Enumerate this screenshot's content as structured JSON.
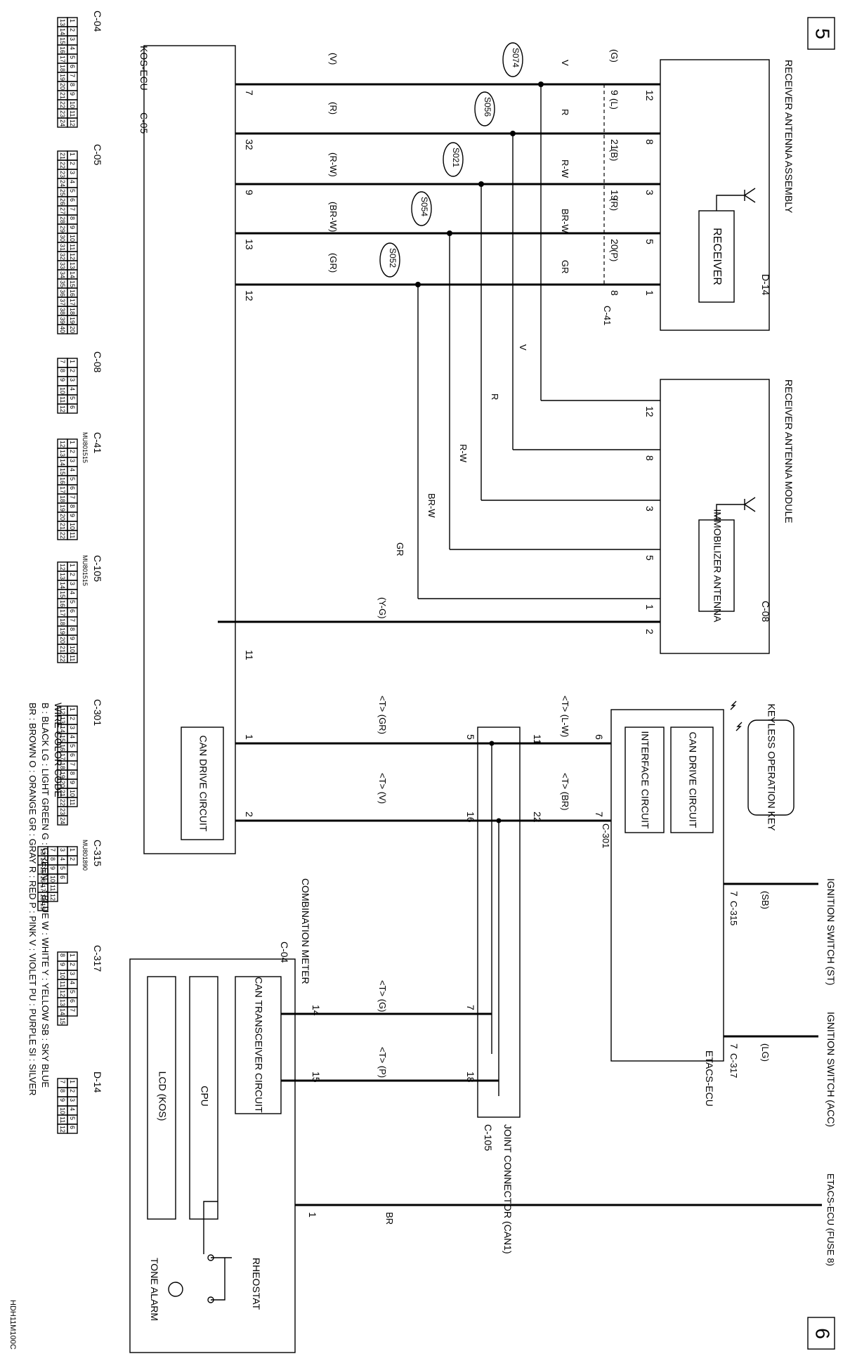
{
  "page_markers": {
    "left": "5",
    "right": "6"
  },
  "modules": {
    "receiver_assembly": {
      "name": "RECEIVER ANTENNA ASSEMBLY",
      "connector": "D-14",
      "inner": "RECEIVER"
    },
    "receiver_module": {
      "name": "RECEIVER ANTENNA MODULE",
      "connector": "C-08",
      "inner": "IMMOBILIZER ANTENNA"
    },
    "kos_ecu": {
      "name": "KOS-ECU",
      "connector": "C-05",
      "inner": "CAN DRIVE CIRCUIT"
    },
    "keyless_key": {
      "name": "KEYLESS OPERATION KEY"
    },
    "etacs": {
      "name": "ETACS-ECU",
      "inner1": "CAN DRIVE CIRCUIT",
      "inner2": "INTERFACE CIRCUIT"
    },
    "joint": {
      "name": "JOINT CONNECTOR (CAN1)",
      "connector": "C-105"
    },
    "meter": {
      "name": "COMBINATION METER",
      "connector": "C-04",
      "can": "CAN TRANSCEIVER CIRCUIT",
      "cpu": "CPU",
      "lcd": "LCD (KOS)",
      "rheostat": "RHEOSTAT",
      "tone": "TONE ALARM"
    },
    "ign_st": {
      "name": "IGNITION SWITCH (ST)",
      "wire": "(SB)",
      "pin": "7",
      "connector": "C-315"
    },
    "ign_acc": {
      "name": "IGNITION SWITCH (ACC)",
      "wire": "(LG)",
      "pin": "7",
      "connector": "C-317"
    },
    "fuse": {
      "name": "ETACS-ECU (FUSE 8)",
      "pin": "1",
      "wire": "BR"
    }
  },
  "receiver_wires": [
    {
      "ecu_pin": "7",
      "ecu_color": "(V)",
      "mid": "V",
      "jpin": "9",
      "jcolor": "(G)",
      "rx_pin": "12",
      "splice": "S074",
      "bot": "V",
      "mod_pin": "12"
    },
    {
      "ecu_pin": "32",
      "ecu_color": "(R)",
      "mid": "R",
      "jpin": "21",
      "jcolor": "(L)",
      "rx_pin": "8",
      "splice": "S056",
      "bot": "R",
      "mod_pin": "8"
    },
    {
      "ecu_pin": "9",
      "ecu_color": "(R-W)",
      "mid": "R-W",
      "jpin": "19",
      "jcolor": "(B)",
      "rx_pin": "3",
      "splice": "S021",
      "bot": "R-W",
      "mod_pin": "3"
    },
    {
      "ecu_pin": "13",
      "ecu_color": "(BR-W)",
      "mid": "BR-W",
      "jpin": "20",
      "jcolor": "(R)",
      "rx_pin": "5",
      "splice": "S054",
      "bot": "BR-W",
      "mod_pin": "5"
    },
    {
      "ecu_pin": "12",
      "ecu_color": "(GR)",
      "mid": "GR",
      "jpin": "8",
      "jcolor": "(P)",
      "rx_pin": "1",
      "splice": "S052",
      "bot": "GR",
      "mod_pin": "1"
    }
  ],
  "jconnector": "C-41",
  "yg_wire": {
    "ecu_pin": "11",
    "color": "(Y-G)",
    "mod_pin": "2"
  },
  "can_lines": {
    "kos_pin1": "1",
    "kos_pin2": "2",
    "kos_color1": "<T> (GR)",
    "kos_color2": "<T> (V)",
    "j_kos1": "5",
    "j_kos2": "16",
    "j_etacs1": "11",
    "j_etacs2": "22",
    "etacs_color1": "<T> (L-W)",
    "etacs_color2": "<T> (BR)",
    "etacs_pin1": "6",
    "etacs_pin2": "7",
    "etacs_conn": "C-301",
    "meter_color1": "<T> (G)",
    "meter_color2": "<T> (P)",
    "j_meter1": "7",
    "j_meter2": "18",
    "meter_pin1": "14",
    "meter_pin2": "15"
  },
  "connectors": [
    {
      "id": "C-04",
      "rows": [
        [
          "1",
          "2",
          "3",
          "4",
          "5",
          "6",
          "7",
          "8",
          "9",
          "10",
          "11",
          "12"
        ],
        [
          "13",
          "14",
          "15",
          "16",
          "17",
          "18",
          "19",
          "20",
          "21",
          "22",
          "23",
          "24"
        ]
      ],
      "ref": ""
    },
    {
      "id": "C-05",
      "rows": [
        [
          "1",
          "2",
          "3",
          "4",
          "5",
          "6",
          "7",
          "8",
          "9",
          "10",
          "11",
          "12",
          "13",
          "14",
          "15",
          "16",
          "17",
          "18",
          "19",
          "20"
        ],
        [
          "21",
          "22",
          "23",
          "24",
          "25",
          "26",
          "27",
          "28",
          "29",
          "30",
          "31",
          "32",
          "33",
          "34",
          "35",
          "36",
          "37",
          "38",
          "39",
          "40"
        ]
      ],
      "ref": ""
    },
    {
      "id": "C-08",
      "rows": [
        [
          "1",
          "2",
          "3",
          "4",
          "5",
          "6"
        ],
        [
          "7",
          "8",
          "9",
          "10",
          "11",
          "12"
        ]
      ],
      "ref": ""
    },
    {
      "id": "C-41",
      "rows": [
        [
          "1",
          "2",
          "3",
          "4",
          "5",
          "6",
          "7",
          "8",
          "9",
          "10",
          "11"
        ],
        [
          "12",
          "13",
          "14",
          "15",
          "16",
          "17",
          "18",
          "19",
          "20",
          "21",
          "22"
        ]
      ],
      "ref": "MU801515"
    },
    {
      "id": "C-105",
      "rows": [
        [
          "1",
          "2",
          "3",
          "4",
          "5",
          "6",
          "7",
          "8",
          "9",
          "10",
          "11"
        ],
        [
          "12",
          "13",
          "14",
          "15",
          "16",
          "17",
          "18",
          "19",
          "20",
          "21",
          "22"
        ]
      ],
      "ref": "MU801515"
    },
    {
      "id": "C-301",
      "rows": [
        [
          "1",
          "2",
          "3",
          "4",
          "5",
          "6",
          "7",
          "8",
          "9",
          "10",
          "11"
        ],
        [
          "12",
          "13",
          "14",
          "15",
          "16",
          "17",
          "18",
          "19",
          "20",
          "21",
          "22",
          "23",
          "24"
        ]
      ],
      "ref": ""
    },
    {
      "id": "C-315",
      "rows": [
        [
          "1",
          "2"
        ],
        [
          "3",
          "4",
          "5",
          "6"
        ],
        [
          "7",
          "8",
          "9",
          "10",
          "11",
          "12"
        ],
        [
          "13",
          "14",
          "15",
          "16",
          "17",
          "18",
          "19"
        ]
      ],
      "ref": "MU801890"
    },
    {
      "id": "C-317",
      "rows": [
        [
          "1",
          "2",
          "3",
          "4",
          "5",
          "6",
          "7"
        ],
        [
          "8",
          "9",
          "10",
          "11",
          "12",
          "13",
          "14",
          "15"
        ]
      ],
      "ref": ""
    },
    {
      "id": "D-14",
      "rows": [
        [
          "1",
          "2",
          "3",
          "4",
          "5",
          "6"
        ],
        [
          "7",
          "8",
          "9",
          "10",
          "11",
          "12"
        ]
      ],
      "ref": ""
    }
  ],
  "wire_color_code": {
    "title": "WIRE COLOR CODE",
    "lines": [
      "B : BLACK   LG : LIGHT GREEN   G : GREEN   L : BLUE   W : WHITE   Y : YELLOW   SB : SKY BLUE",
      "BR : BROWN   O : ORANGE   GR : GRAY   R : RED   P : PINK   V : VIOLET   PU : PURPLE   SI : SILVER"
    ]
  },
  "figure_code": "HDH11M100C"
}
